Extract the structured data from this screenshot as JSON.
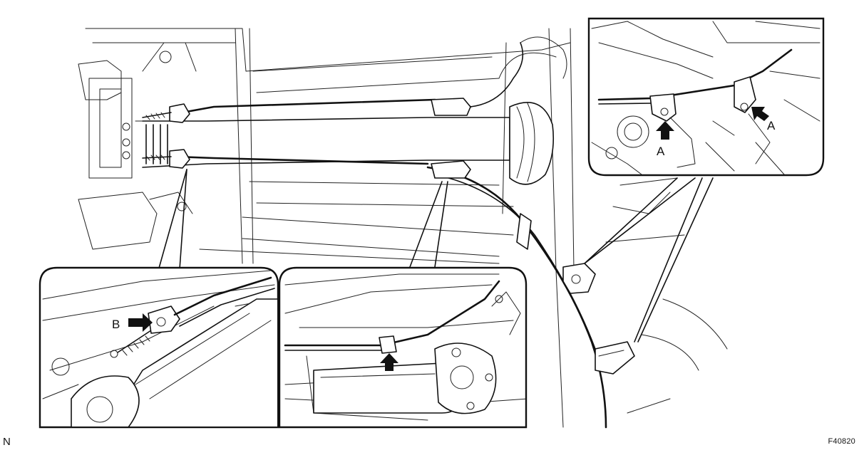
{
  "figure_code": "F40820",
  "corner_mark": "N",
  "callouts": {
    "label_a": "A",
    "label_b": "B"
  },
  "insets": [
    {
      "key": "bracket-detail",
      "callout": "A"
    },
    {
      "key": "equalizer-detail",
      "callout": "B"
    },
    {
      "key": "cable-clamp-detail",
      "callout": ""
    }
  ]
}
